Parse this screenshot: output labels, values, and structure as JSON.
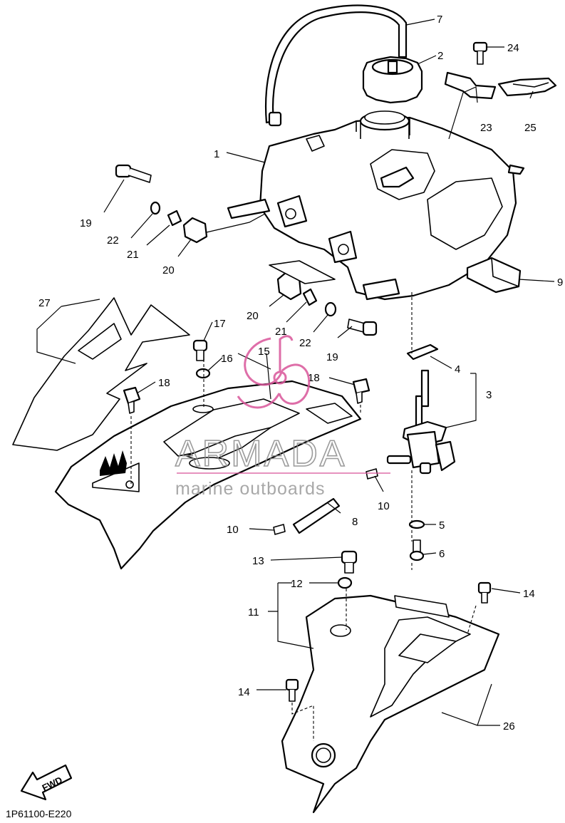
{
  "callouts": {
    "c1": "1",
    "c2": "2",
    "c3": "3",
    "c4": "4",
    "c5": "5",
    "c6": "6",
    "c7": "7",
    "c8": "8",
    "c9": "9",
    "c10a": "10",
    "c10b": "10",
    "c11": "11",
    "c12": "12",
    "c13": "13",
    "c14a": "14",
    "c14b": "14",
    "c15": "15",
    "c16": "16",
    "c17": "17",
    "c18a": "18",
    "c18b": "18",
    "c19a": "19",
    "c19b": "19",
    "c20a": "20",
    "c20b": "20",
    "c21a": "21",
    "c21b": "21",
    "c22a": "22",
    "c22b": "22",
    "c23": "23",
    "c24": "24",
    "c25": "25",
    "c26": "26",
    "c27": "27"
  },
  "fwd_label": "FWD",
  "diagram_code": "1P61100-E220",
  "watermark": {
    "brand": "ARMADA",
    "tagline": "marine outboards",
    "accent_color": "#d9559a"
  }
}
